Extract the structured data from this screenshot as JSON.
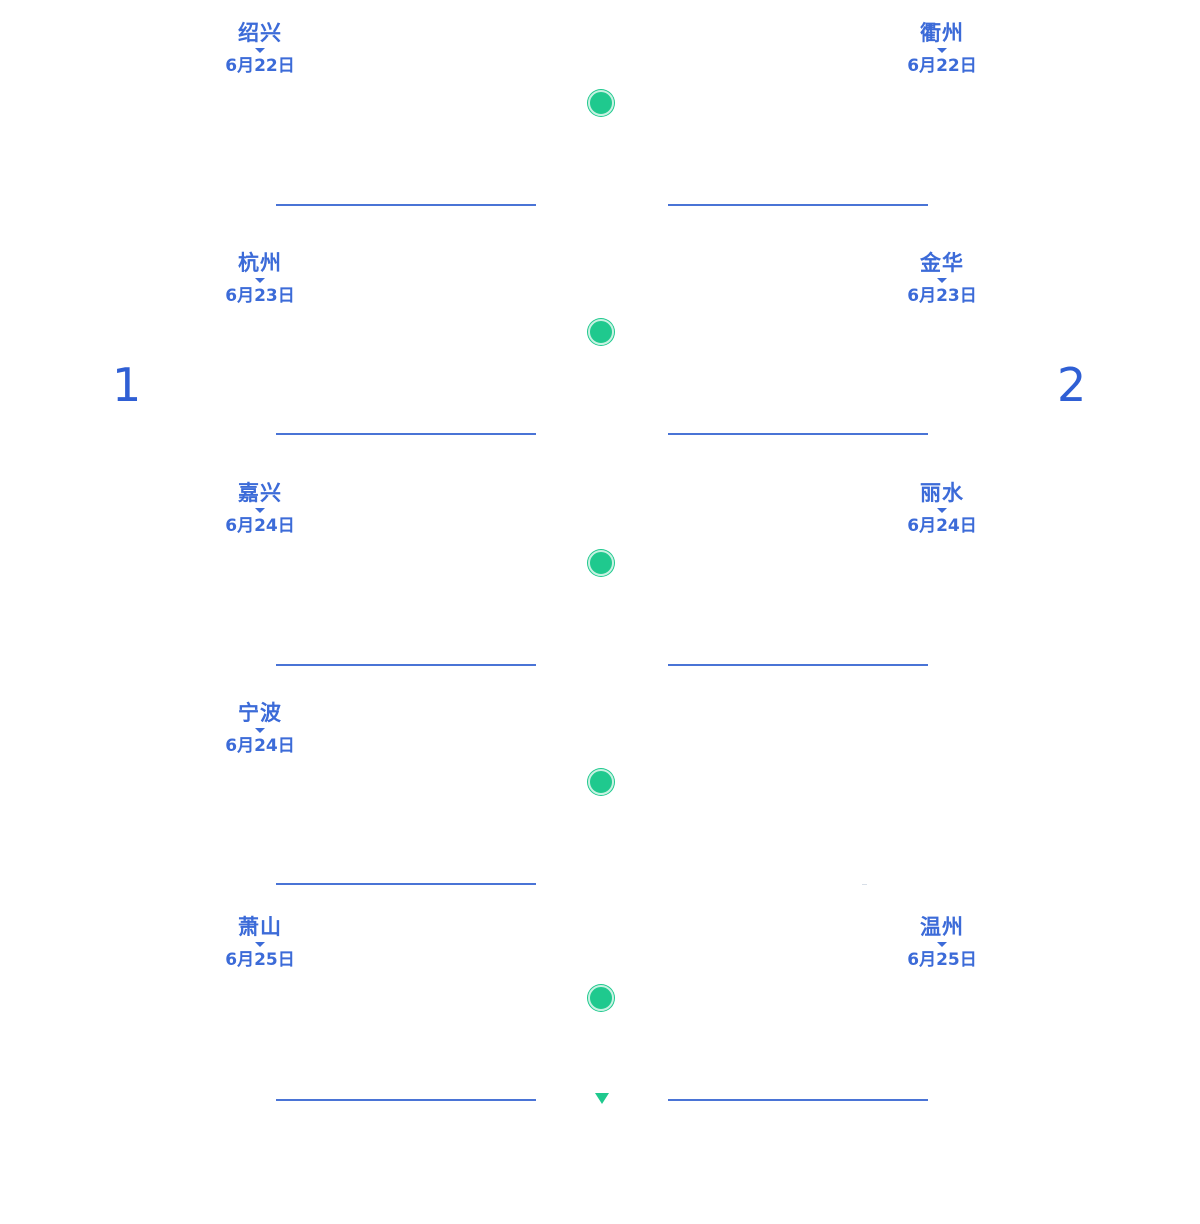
{
  "routes": {
    "left_number": "1",
    "right_number": "2"
  },
  "left_stops": [
    {
      "city": "绍兴",
      "date": "6月22日"
    },
    {
      "city": "杭州",
      "date": "6月23日"
    },
    {
      "city": "嘉兴",
      "date": "6月24日"
    },
    {
      "city": "宁波",
      "date": "6月24日"
    },
    {
      "city": "萧山",
      "date": "6月25日"
    }
  ],
  "right_stops": [
    {
      "city": "衢州",
      "date": "6月22日"
    },
    {
      "city": "金华",
      "date": "6月23日"
    },
    {
      "city": "丽水",
      "date": "6月24日"
    },
    {
      "city": "温州",
      "date": "6月25日"
    }
  ],
  "colors": {
    "text_blue": "#3c6bd8",
    "line_blue": "#4a74d6",
    "dot_green": "#1fc98e"
  }
}
